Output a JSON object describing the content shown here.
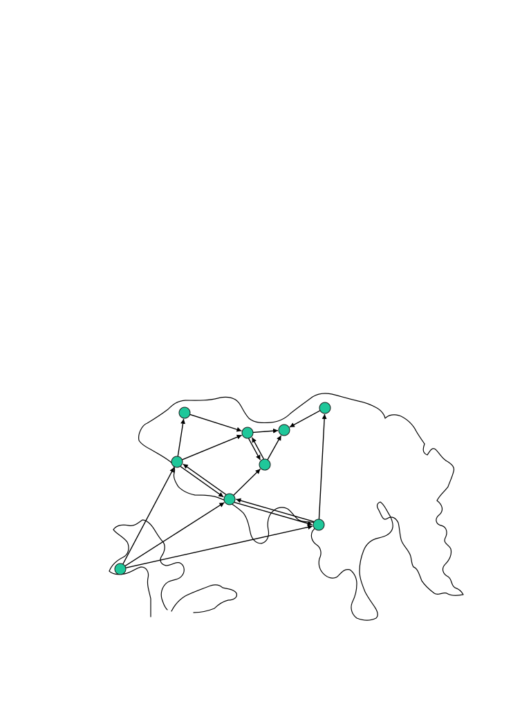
{
  "diagram": {
    "node_color": "#1fc79a",
    "edge_color": "#000000",
    "nodes": [
      {
        "id": "n1"
      },
      {
        "id": "n2"
      },
      {
        "id": "n3"
      },
      {
        "id": "n4"
      },
      {
        "id": "n5"
      },
      {
        "id": "n6"
      },
      {
        "id": "n7"
      },
      {
        "id": "n8"
      },
      {
        "id": "n9"
      }
    ],
    "edges": [
      {
        "from": "n1",
        "to": "n3"
      },
      {
        "from": "n2",
        "to": "n1"
      },
      {
        "from": "n2",
        "to": "n3"
      },
      {
        "from": "n2",
        "to": "n6"
      },
      {
        "from": "n6",
        "to": "n2"
      },
      {
        "from": "n3",
        "to": "n4"
      },
      {
        "from": "n3",
        "to": "n7"
      },
      {
        "from": "n7",
        "to": "n3"
      },
      {
        "from": "n7",
        "to": "n4"
      },
      {
        "from": "n5",
        "to": "n4"
      },
      {
        "from": "n6",
        "to": "n7"
      },
      {
        "from": "n6",
        "to": "n8"
      },
      {
        "from": "n8",
        "to": "n6"
      },
      {
        "from": "n8",
        "to": "n5"
      },
      {
        "from": "n9",
        "to": "n2"
      },
      {
        "from": "n9",
        "to": "n6"
      },
      {
        "from": "n9",
        "to": "n8"
      }
    ]
  }
}
